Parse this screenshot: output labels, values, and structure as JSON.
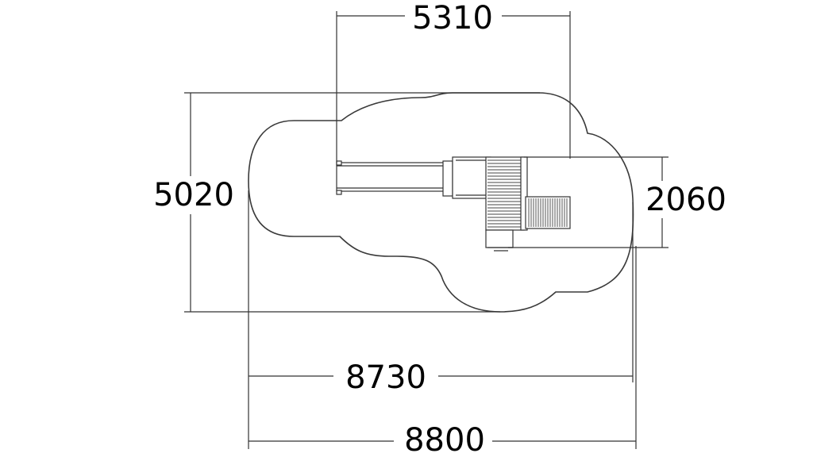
{
  "dimensions": {
    "top_width": "5310",
    "overall_height": "5020",
    "tower_depth": "2060",
    "inner_width": "8730",
    "overall_width": "8800"
  },
  "colors": {
    "line": "#333333",
    "background": "#ffffff",
    "text": "#000000"
  }
}
